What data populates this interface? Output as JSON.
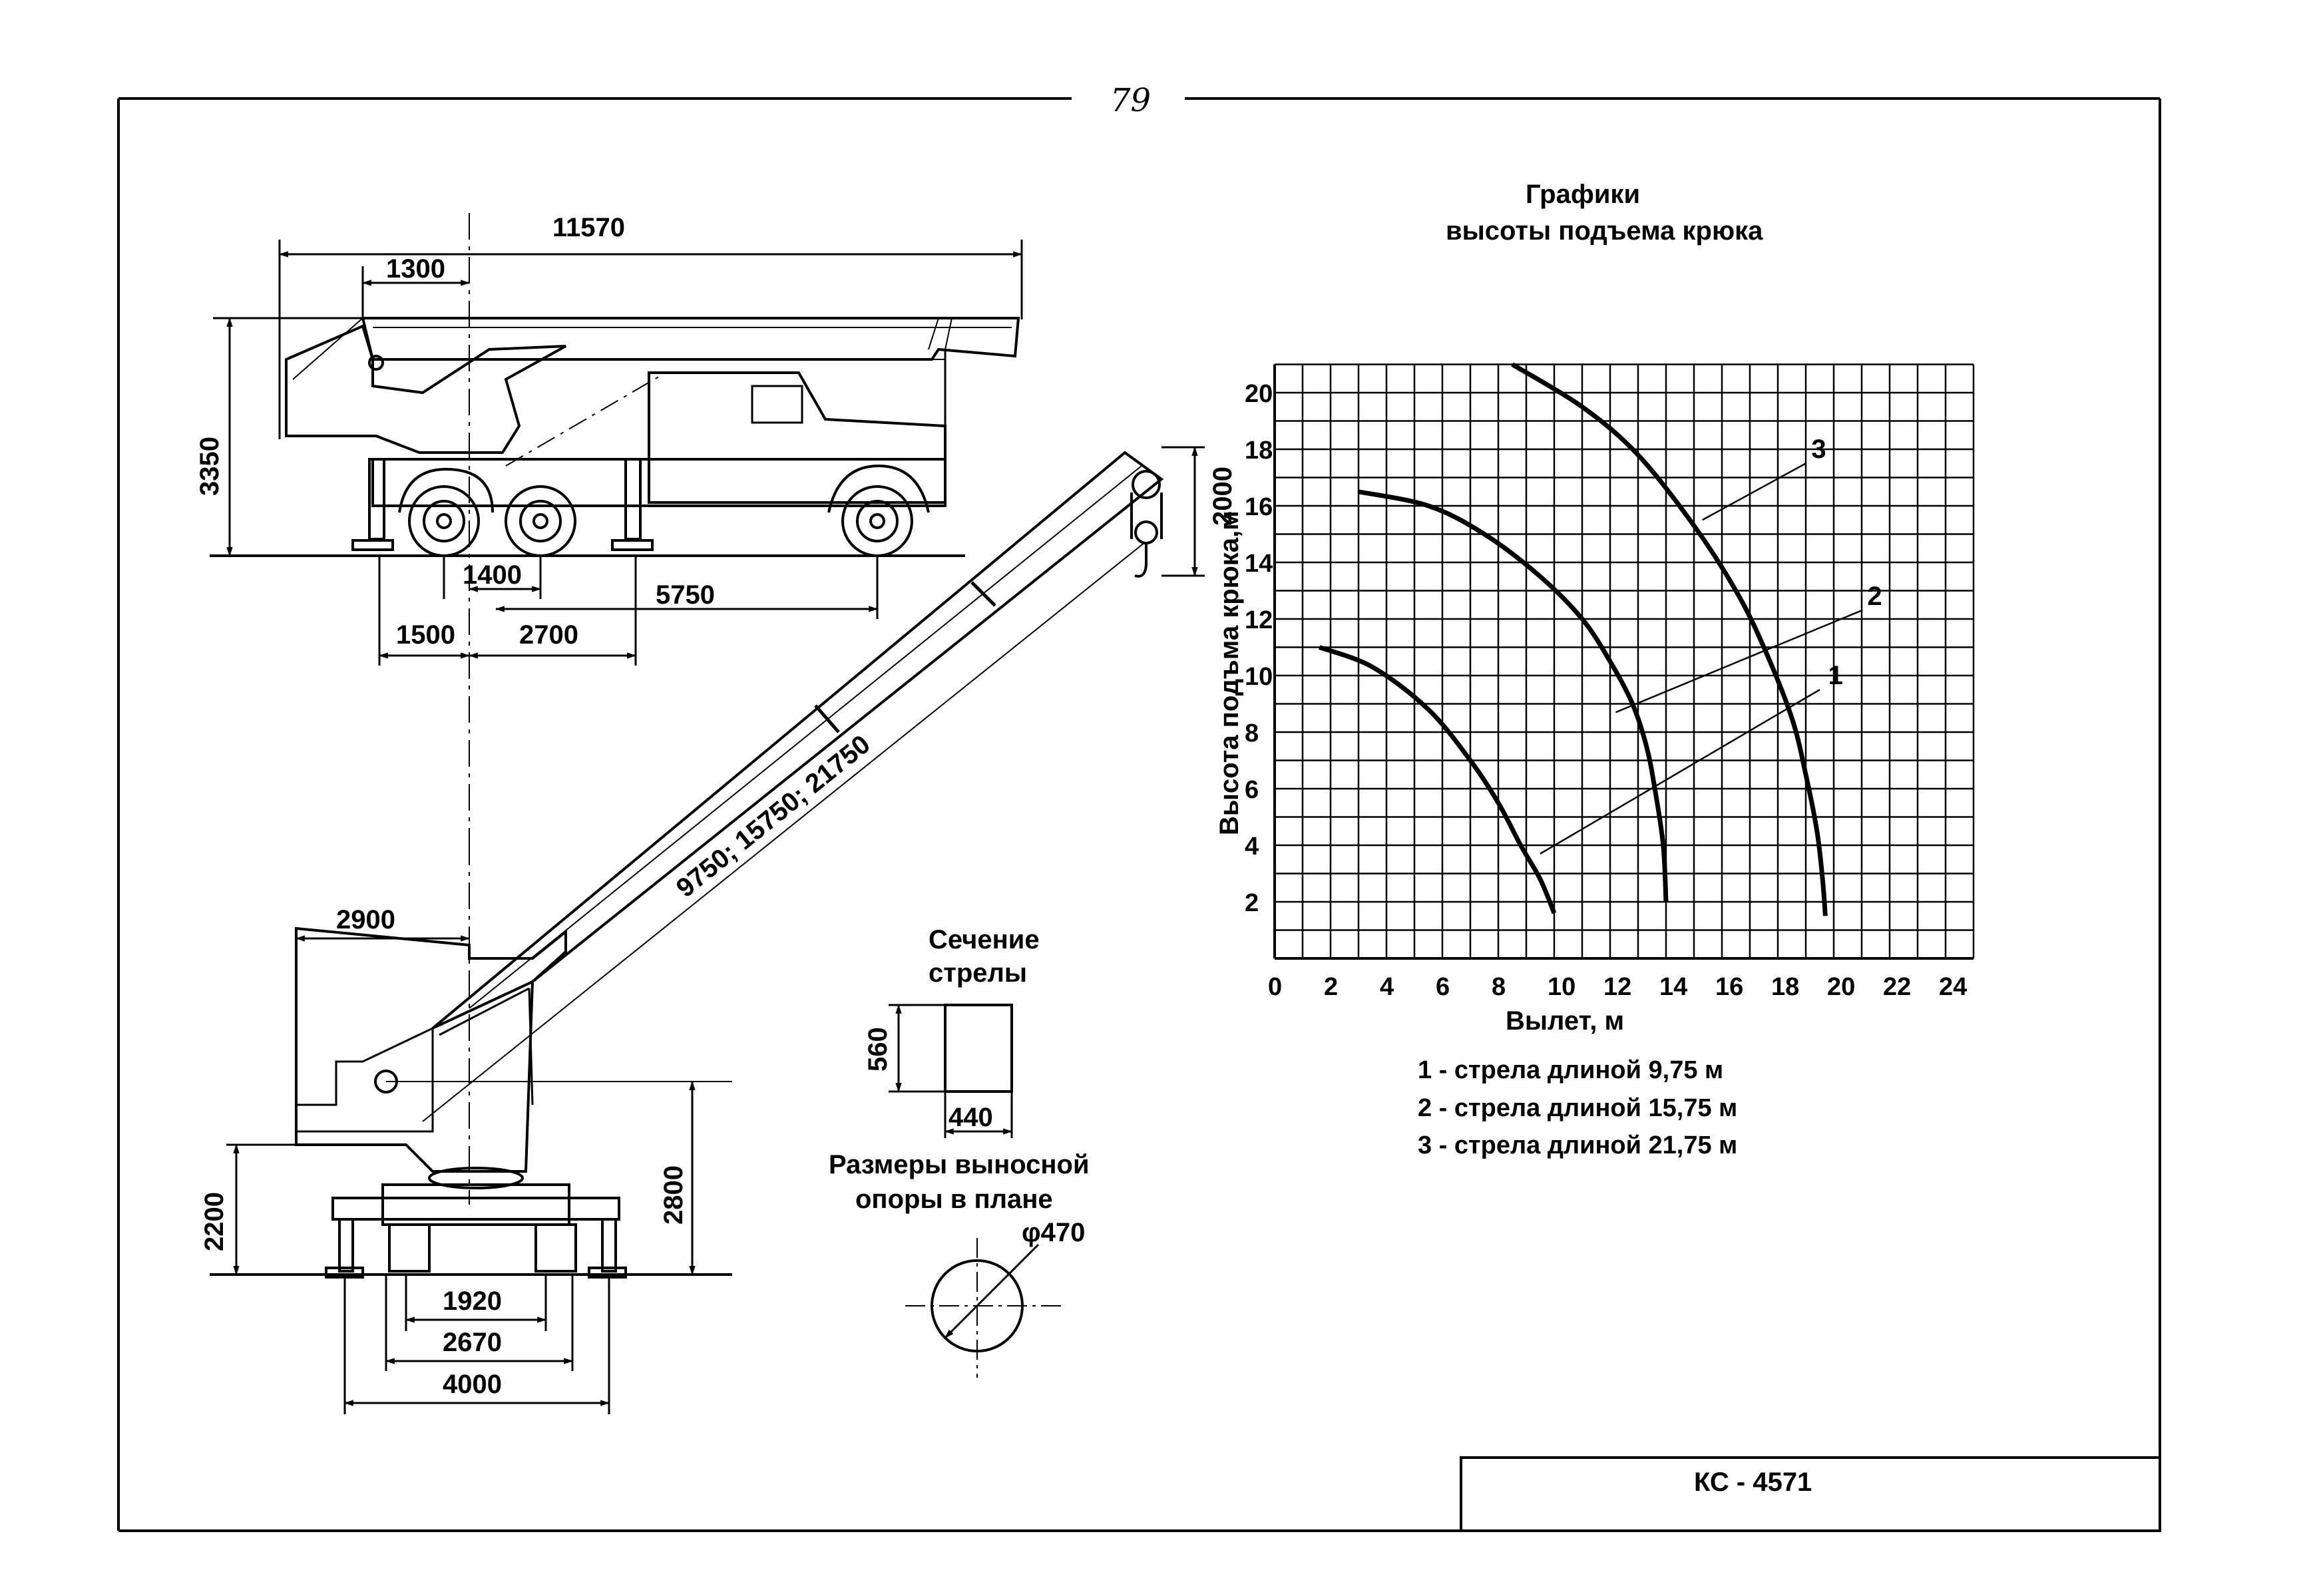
{
  "page_number": "79",
  "stamp": {
    "model": "КС - 4571"
  },
  "side_view": {
    "dims": {
      "overall_length": "11570",
      "boom_head_offset": "1300",
      "height": "3350",
      "rear_axle_spacing": "1400",
      "rear_to_front_axle": "5750",
      "outrigger_rear": "1500",
      "outrigger_base": "2700"
    }
  },
  "work_view": {
    "dims": {
      "hook_block": "2000",
      "boom_lengths": "9750; 15750; 21750",
      "pivot_reach": "2900",
      "pivot_height": "2800",
      "ground_height": "2200",
      "track_inner": "1920",
      "track_mid": "2670",
      "outrigger_span": "4000"
    }
  },
  "boom_section": {
    "title_line1": "Сечение",
    "title_line2": "стрелы",
    "height": "560",
    "width": "440"
  },
  "outrigger_pad": {
    "title_line1": "Размеры выносной",
    "title_line2": "опоры в плане",
    "diameter": "φ470"
  },
  "chart_data": {
    "type": "line",
    "title": "Графики\nвысоты подъема крюка",
    "title_line1": "Графики",
    "title_line2": "высоты подъема крюка",
    "xlabel": "Вылет, м",
    "ylabel": "Высота подъма крюка,м",
    "xlim": [
      0,
      25
    ],
    "ylim": [
      0,
      21
    ],
    "xticks": [
      "0",
      "2",
      "4",
      "6",
      "8",
      "10",
      "12",
      "14",
      "16",
      "18",
      "20",
      "22",
      "24"
    ],
    "yticks": [
      "2",
      "4",
      "6",
      "8",
      "10",
      "12",
      "14",
      "16",
      "18",
      "20"
    ],
    "grid": true,
    "series": [
      {
        "name": "1",
        "x": [
          1.6,
          3.5,
          5.5,
          7.0,
          8.0,
          8.8,
          9.5,
          10.0
        ],
        "y": [
          11.0,
          10.3,
          8.8,
          7.0,
          5.5,
          4.0,
          2.8,
          1.6
        ]
      },
      {
        "name": "2",
        "x": [
          3.0,
          5.5,
          7.5,
          9.5,
          11.0,
          12.0,
          12.8,
          13.3,
          13.6,
          13.9,
          14.0
        ],
        "y": [
          16.5,
          16.0,
          15.0,
          13.5,
          12.0,
          10.5,
          9.0,
          7.5,
          6.0,
          4.0,
          2.0
        ]
      },
      {
        "name": "3",
        "x": [
          8.5,
          11.0,
          13.0,
          15.0,
          16.5,
          17.5,
          18.5,
          19.0,
          19.4,
          19.6,
          19.7
        ],
        "y": [
          21.0,
          19.5,
          17.8,
          15.3,
          13.0,
          11.0,
          8.5,
          6.5,
          4.5,
          2.8,
          1.5
        ]
      }
    ],
    "annotations": [
      "1",
      "2",
      "3"
    ],
    "legend": [
      "1 - стрела длиной 9,75 м",
      "2 - стрела длиной 15,75 м",
      "3 - стрела длиной 21,75 м"
    ]
  }
}
